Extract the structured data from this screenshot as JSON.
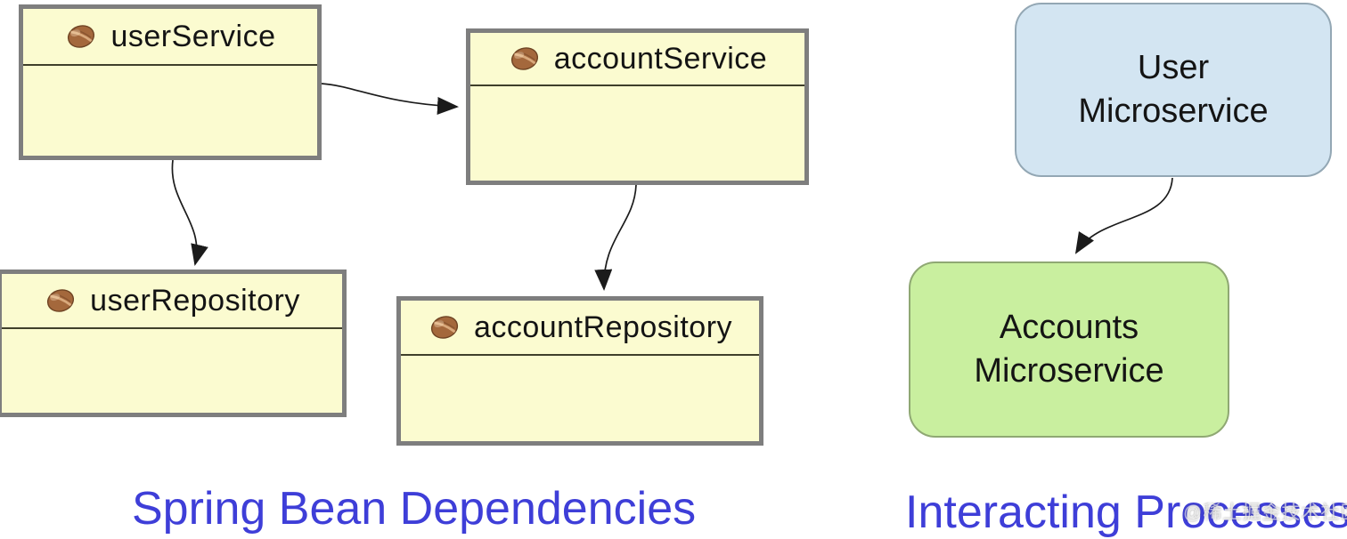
{
  "beans": [
    {
      "label": "userService"
    },
    {
      "label": "accountService"
    },
    {
      "label": "userRepository"
    },
    {
      "label": "accountRepository"
    }
  ],
  "microservices": [
    {
      "label": "User Microservice"
    },
    {
      "label": "Accounts Microservice"
    }
  ],
  "captions": {
    "left": "Spring Bean Dependencies",
    "right": "Interacting Processes"
  },
  "watermark": "@稀土掘金技术社区",
  "colors": {
    "bean-fill": "#fbfbd0",
    "bean-border": "#7e7e7e",
    "ms-user-fill": "#d3e5f2",
    "ms-accounts-fill": "#c9ef9f",
    "caption-color": "#3e3ed8",
    "arrow-color": "#1b1b1b"
  }
}
